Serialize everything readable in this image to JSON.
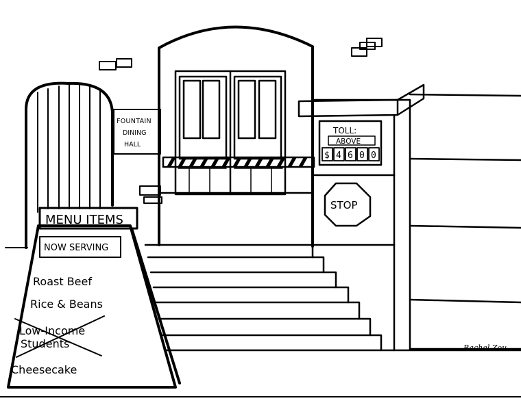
{
  "building": {
    "hall_sign": [
      "FOUNTAIN",
      "DINING",
      "HALL"
    ]
  },
  "toll": {
    "title": "TOLL:",
    "subtitle": "ABOVE",
    "digits": [
      "$",
      "4",
      "6",
      "0",
      "0"
    ]
  },
  "stop_sign": {
    "label": "STOP"
  },
  "menu": {
    "header": "MENU ITEMS",
    "now_serving": "NOW SERVING",
    "items": [
      "Roast Beef",
      "Rice & Beans"
    ],
    "crossed_out": [
      "Low-Income",
      "Students"
    ],
    "last_item": "Cheesecake"
  },
  "artist": {
    "signature": "Rachel Zou"
  }
}
